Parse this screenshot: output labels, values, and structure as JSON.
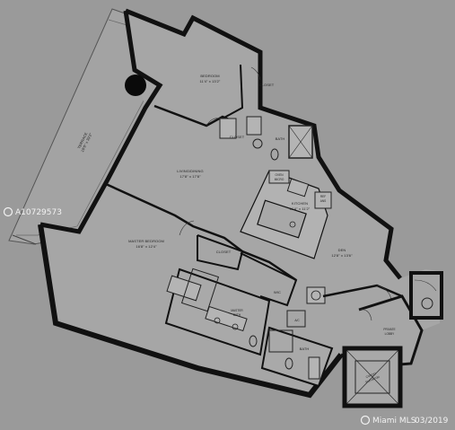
{
  "rooms": {
    "terrace": {
      "name": "TERRACE",
      "dims": "10'0\" x 39'2\""
    },
    "bedroom": {
      "name": "BEDROOM",
      "dims": "11'4\" x 13'2\""
    },
    "closet_bedroom": {
      "name": "CLOSET"
    },
    "closet_hall": {
      "name": "CLOSET"
    },
    "bath": {
      "name": "BATH"
    },
    "living": {
      "name": "LIVING/DINING",
      "dims": "17'8\" x 17'8\""
    },
    "kitchen": {
      "name": "KITCHEN",
      "dims": "11'4\" x 11'2\""
    },
    "ref": {
      "name": "REF",
      "sub": "ANS"
    },
    "micro": {
      "name": "OVEN",
      "sub": "MICRO"
    },
    "master": {
      "name": "MASTER BEDROOM",
      "dims": "16'8\" x 12'4\""
    },
    "closet_master": {
      "name": "CLOSET"
    },
    "wic": {
      "name": "WIC"
    },
    "master_bath": {
      "name": "MASTER",
      "sub": "BATH"
    },
    "den": {
      "name": "DEN",
      "dims": "12'8\" x 13'6\""
    },
    "private_lobby": {
      "name": "PRIVATE",
      "sub": "LOBBY"
    },
    "bath2": {
      "name": "BATH"
    },
    "ac": {
      "name": "A/C"
    },
    "elevator": {
      "name": "CONDO",
      "sub": "ELEVATOR"
    }
  },
  "watermarks": {
    "left": "A10729573",
    "right_brand": "Miami MLS",
    "right_date": "03/2019"
  }
}
